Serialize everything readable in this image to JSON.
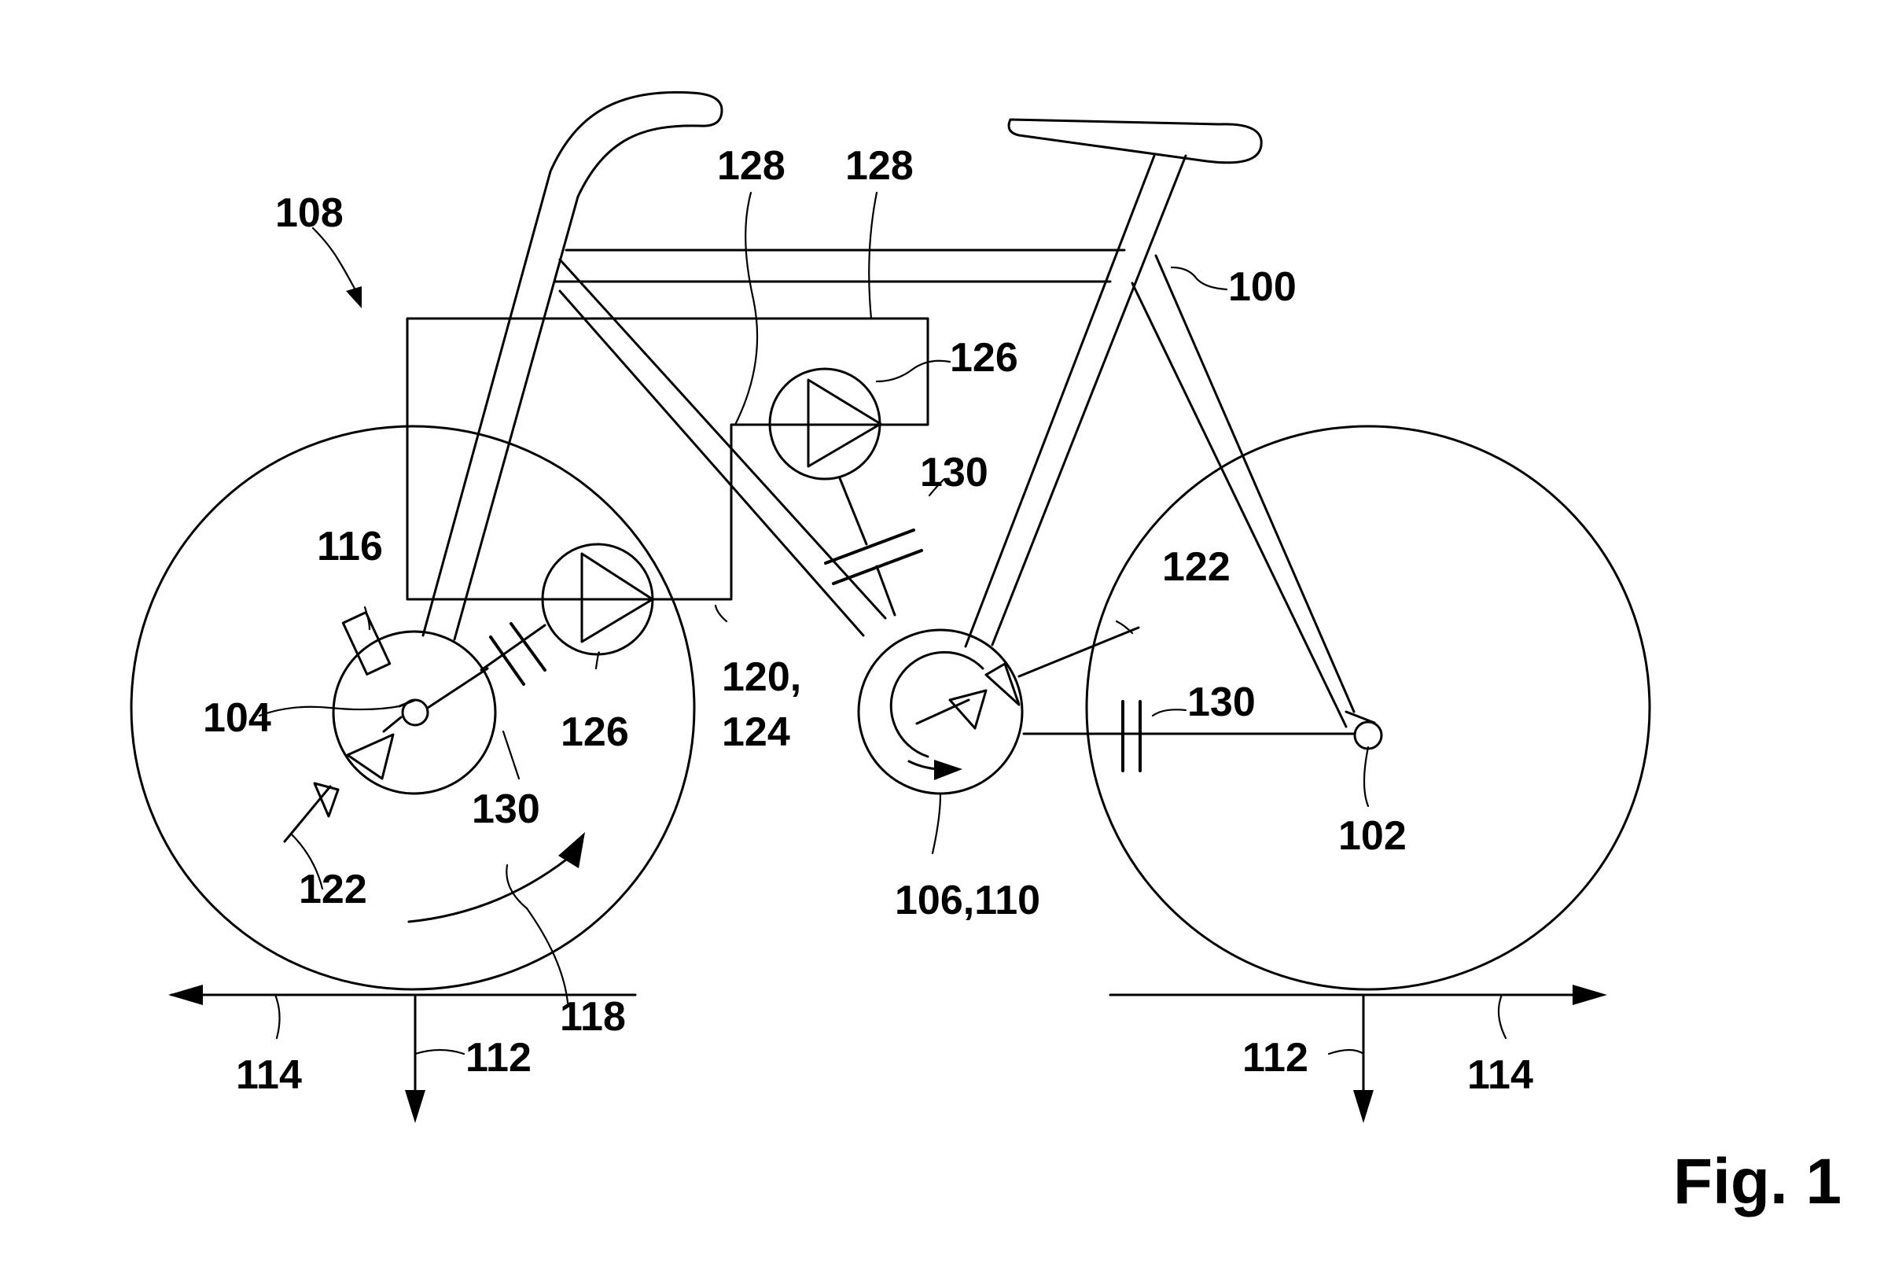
{
  "figure_label": "Fig. 1",
  "labels": {
    "l108": "108",
    "l128a": "128",
    "l128b": "128",
    "l100": "100",
    "l126a": "126",
    "l130a": "130",
    "l116": "116",
    "l122a": "122",
    "l104": "104",
    "l126b": "126",
    "l120": "120,",
    "l124": "124",
    "l130b": "130",
    "l130c": "130",
    "l102": "102",
    "l122b": "122",
    "l106": "106,110",
    "l118": "118",
    "l114a": "114",
    "l112a": "112",
    "l112b": "112",
    "l114b": "114"
  }
}
